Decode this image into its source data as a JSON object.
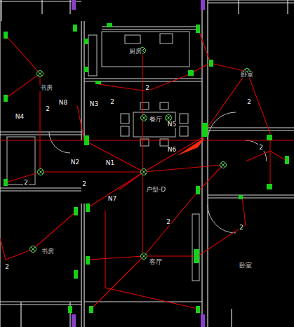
{
  "diagram": {
    "labels": [
      "厨房",
      "2",
      "书房",
      "2",
      "N8",
      "N3",
      "2",
      "卧室",
      "2",
      "N4",
      "餐厅",
      "N5",
      "N6",
      "2",
      "N2",
      "N1",
      "2",
      "2",
      "户型-D",
      "N7",
      "2",
      "书房",
      "客厅",
      "2",
      "卧室",
      "2"
    ]
  }
}
